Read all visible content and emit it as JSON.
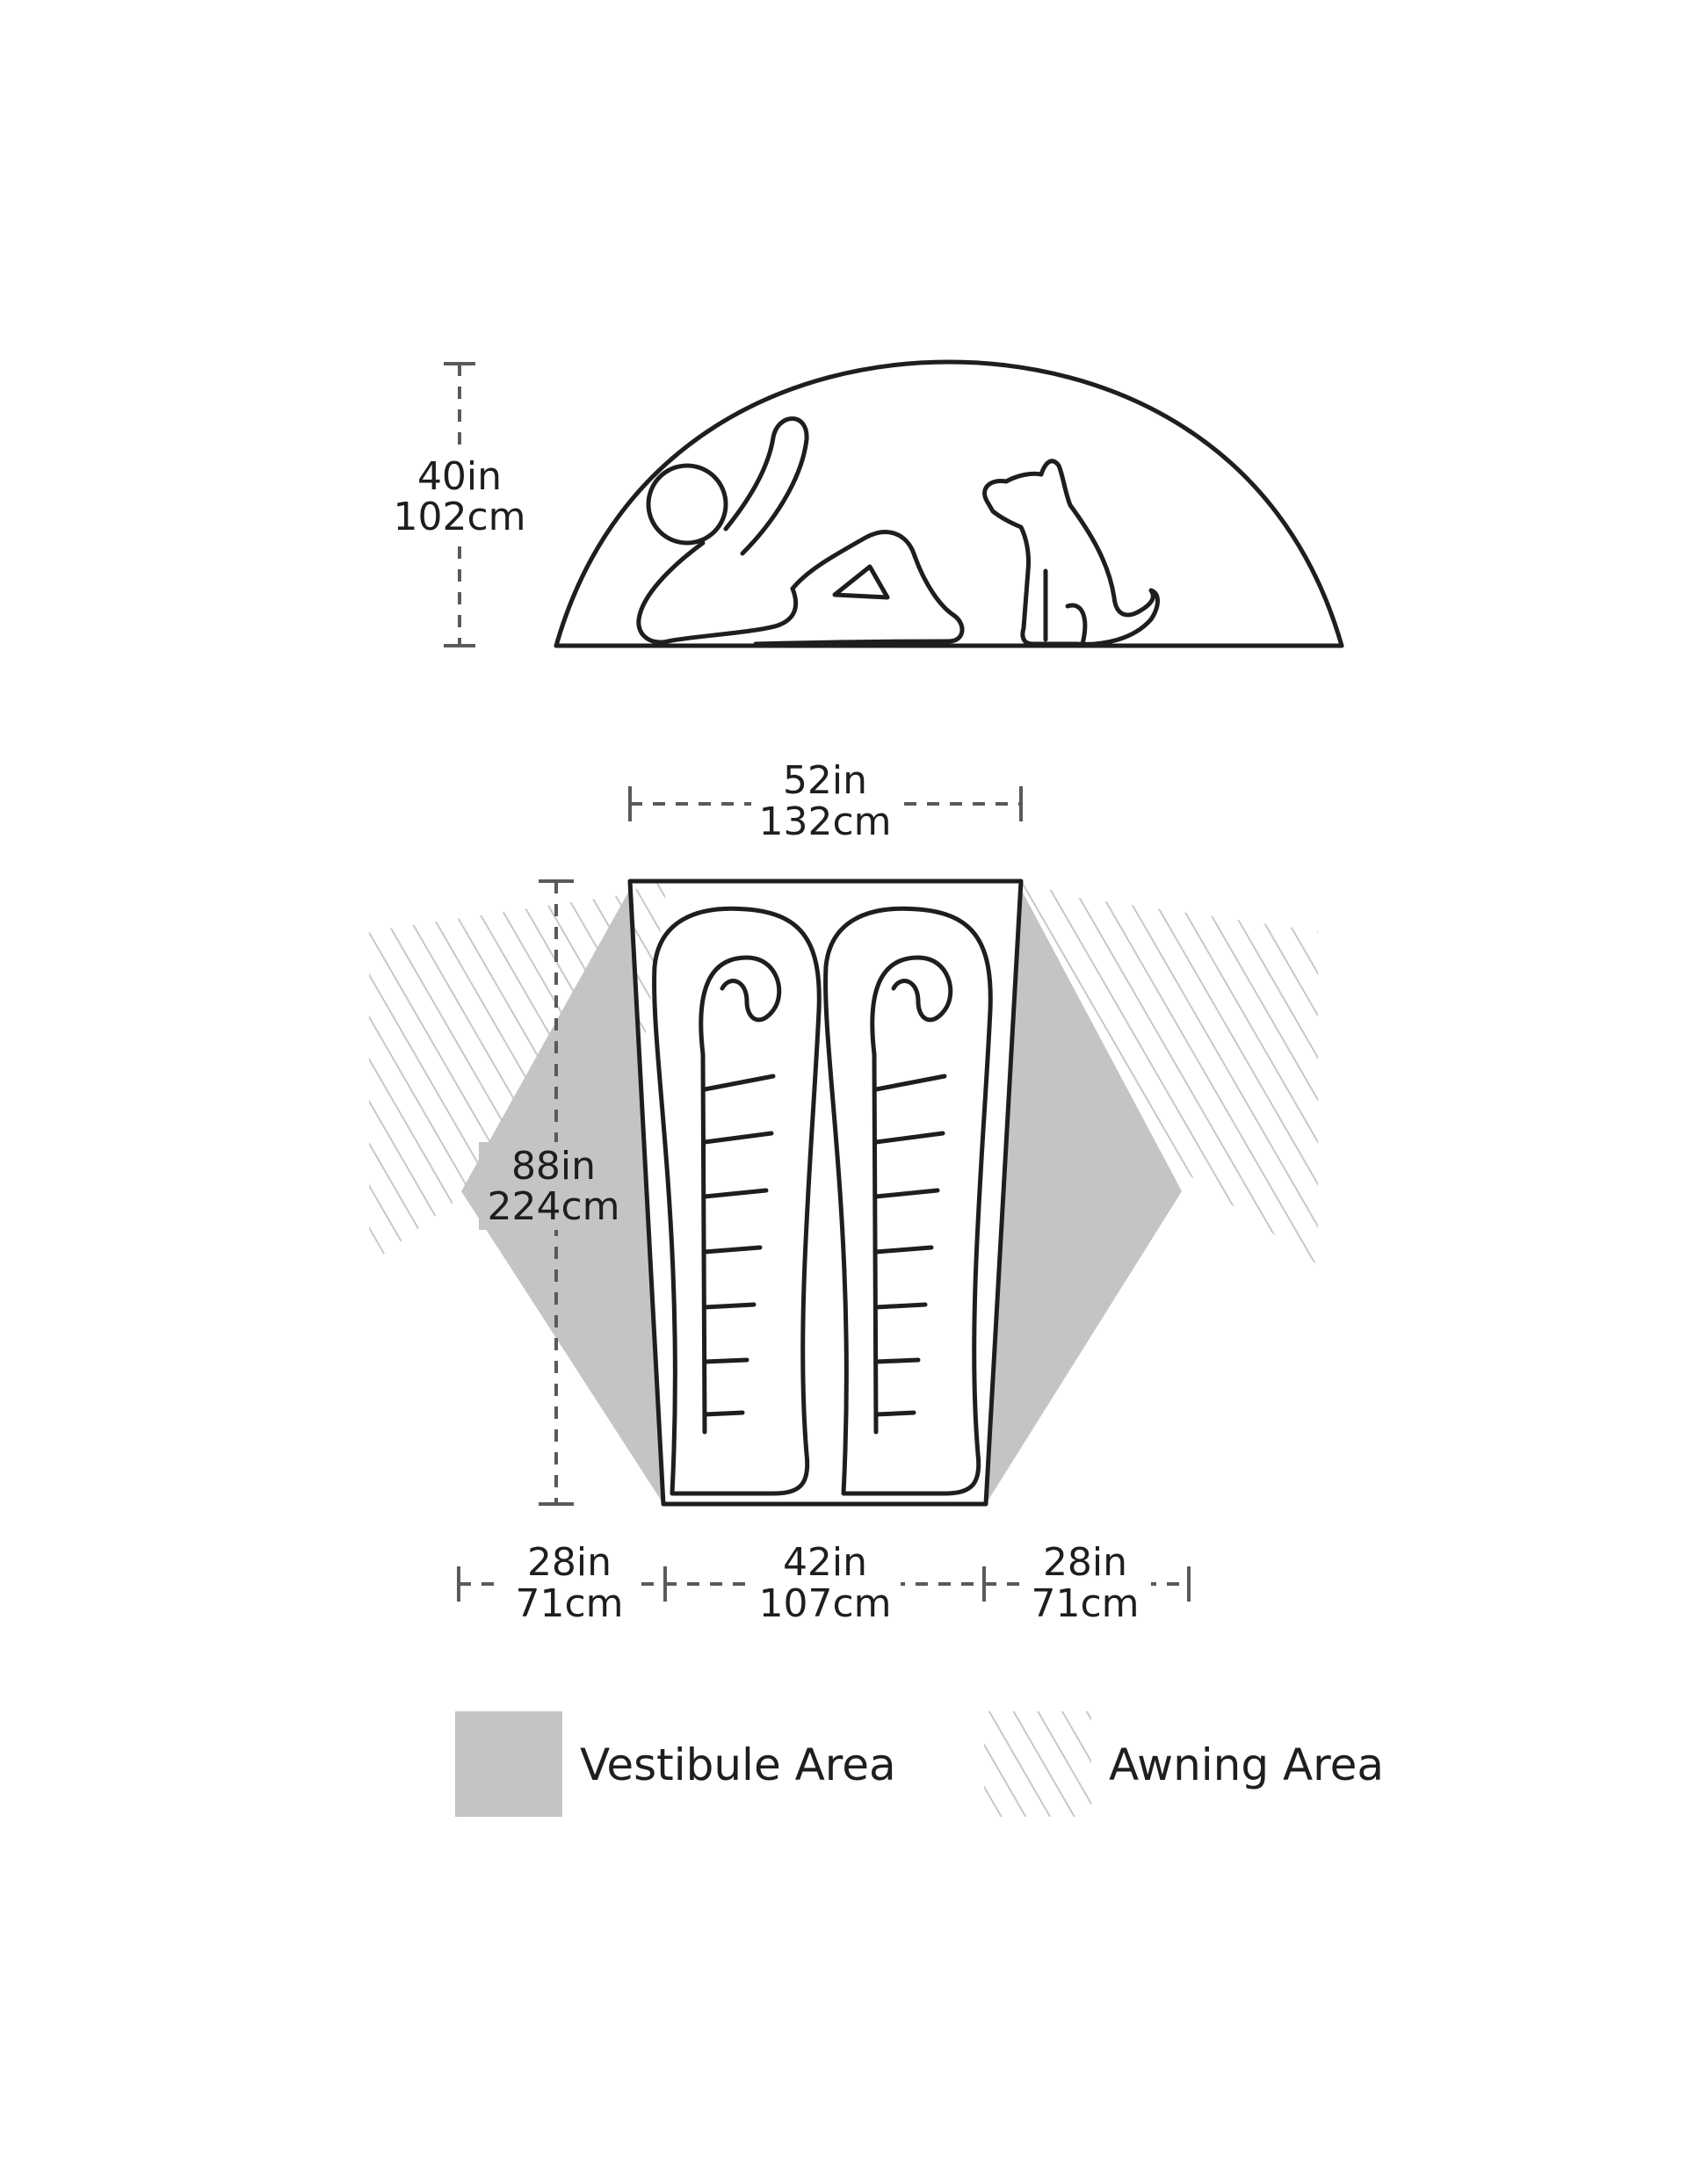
{
  "elevation": {
    "height_in": "40in",
    "height_cm": "102cm"
  },
  "floor": {
    "head_width_in": "52in",
    "head_width_cm": "132cm",
    "length_in": "88in",
    "length_cm": "224cm",
    "left_vestibule_in": "28in",
    "left_vestibule_cm": "71cm",
    "foot_width_in": "42in",
    "foot_width_cm": "107cm",
    "right_vestibule_in": "28in",
    "right_vestibule_cm": "71cm"
  },
  "legend": {
    "vestibule_label": "Vestibule Area",
    "awning_label": "Awning Area"
  },
  "colors": {
    "vestibule": "#c4c4c4",
    "awning_hatch": "#c8c8c8",
    "outline": "#1e1e1e",
    "dimension_line": "#5a5a5a"
  }
}
